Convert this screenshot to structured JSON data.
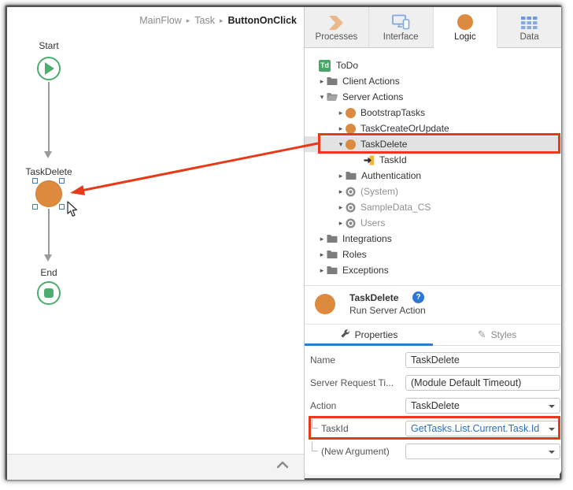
{
  "breadcrumb": {
    "separator": "▸",
    "items": [
      "MainFlow",
      "Task",
      "ButtonOnClick"
    ]
  },
  "canvas": {
    "nodes": [
      {
        "label": "Start",
        "type": "start"
      },
      {
        "label": "TaskDelete",
        "type": "run-server-action",
        "selected": true
      },
      {
        "label": "End",
        "type": "end"
      }
    ]
  },
  "tabs": {
    "items": [
      {
        "label": "Processes",
        "active": false
      },
      {
        "label": "Interface",
        "active": false
      },
      {
        "label": "Logic",
        "active": true
      },
      {
        "label": "Data",
        "active": false
      }
    ]
  },
  "tree": {
    "module": {
      "badge": "Td",
      "label": "ToDo"
    },
    "items": [
      {
        "label": "Client Actions",
        "kind": "folder",
        "expander": "▸"
      },
      {
        "label": "Server Actions",
        "kind": "folder",
        "expander": "▾"
      },
      {
        "label": "BootstrapTasks",
        "kind": "server-action",
        "expander": "▸"
      },
      {
        "label": "TaskCreateOrUpdate",
        "kind": "server-action",
        "expander": "▸"
      },
      {
        "label": "TaskDelete",
        "kind": "server-action",
        "expander": "▾",
        "selected": true
      },
      {
        "label": "TaskId",
        "kind": "input-parameter",
        "expander": ""
      },
      {
        "label": "Authentication",
        "kind": "folder",
        "expander": "▸"
      },
      {
        "label": "(System)",
        "kind": "reference",
        "expander": "▸"
      },
      {
        "label": "SampleData_CS",
        "kind": "reference",
        "expander": "▸"
      },
      {
        "label": "Users",
        "kind": "reference",
        "expander": "▸"
      },
      {
        "label": "Integrations",
        "kind": "folder",
        "expander": "▸"
      },
      {
        "label": "Roles",
        "kind": "folder",
        "expander": "▸"
      },
      {
        "label": "Exceptions",
        "kind": "folder",
        "expander": "▸"
      }
    ]
  },
  "properties": {
    "title": "TaskDelete",
    "subtitle": "Run Server Action",
    "help": "?",
    "tabs": [
      {
        "label": "Properties"
      },
      {
        "label": "Styles"
      }
    ],
    "fields": [
      {
        "label": "Name",
        "value": "TaskDelete",
        "type": "text"
      },
      {
        "label": "Server Request Ti...",
        "value": "(Module Default Timeout)",
        "type": "text"
      },
      {
        "label": "Action",
        "value": "TaskDelete",
        "type": "dropdown"
      },
      {
        "label": "TaskId",
        "value": "GetTasks.List.Current.Task.Id",
        "type": "dropdown",
        "expression": true,
        "highlighted": true
      },
      {
        "label": "(New Argument)",
        "value": "",
        "type": "dropdown"
      }
    ]
  },
  "annotations": {
    "color": "#e8391a",
    "highlights": [
      "tree-item-taskdelete",
      "field-taskid"
    ],
    "arrow": "from tree TaskDelete to canvas node"
  },
  "colors": {
    "accent_orange": "#dd8a3f",
    "green": "#4cae6e",
    "selection_blue": "#2e7fd6",
    "expression_blue": "#2a6fc4",
    "annotation_red": "#e8391a"
  }
}
